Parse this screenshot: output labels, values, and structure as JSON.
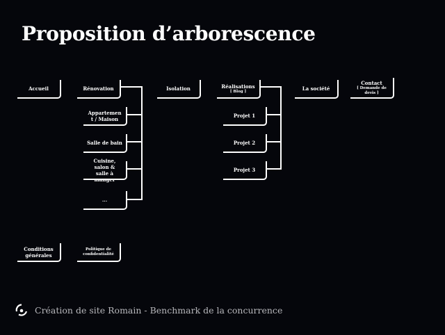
{
  "title": "Proposition d’arborescence",
  "nodes": {
    "accueil": {
      "label": "Accueil"
    },
    "renovation": {
      "label": "Rénovation"
    },
    "appartement": {
      "label": "Appartemen t / Maison"
    },
    "salle_de_bain": {
      "label": "Salle de bain"
    },
    "cuisine": {
      "label": "Cuisine, salon & salle à manger"
    },
    "ellipsis": {
      "label": "..."
    },
    "isolation": {
      "label": "Isolation"
    },
    "realisations": {
      "label": "Réalisations",
      "sub": "[ Blog ]"
    },
    "projet1": {
      "label": "Projet 1"
    },
    "projet2": {
      "label": "Projet 2"
    },
    "projet3": {
      "label": "Projet 3"
    },
    "societe": {
      "label": "La société"
    },
    "contact": {
      "label": "Contact",
      "sub": "[ Demande de devis ]"
    },
    "conditions": {
      "label": "Conditions générales"
    },
    "politique": {
      "label": "Politique de confidentialité"
    }
  },
  "footer": {
    "text": "Création de site Romain - Benchmark de la concurrence",
    "icon": "logo-icon"
  }
}
